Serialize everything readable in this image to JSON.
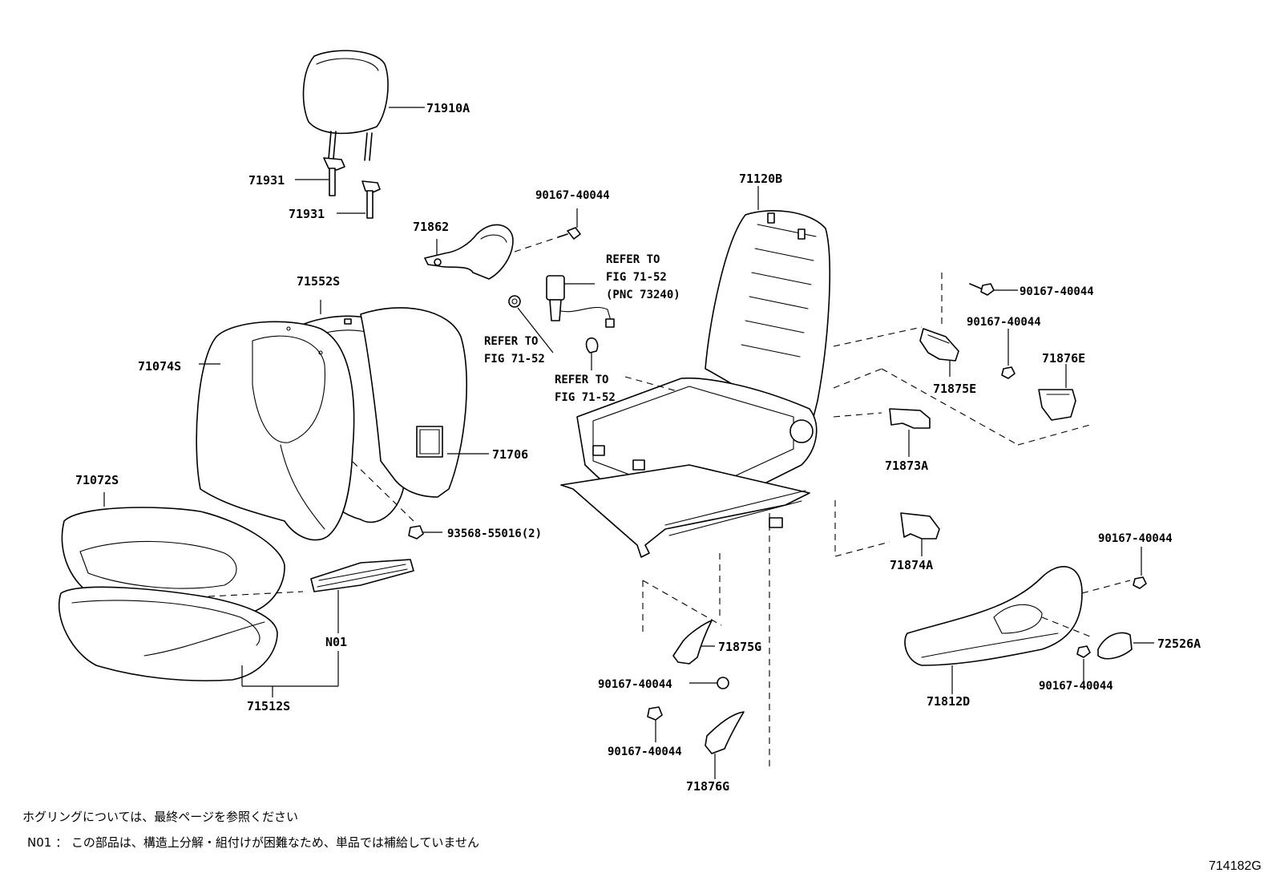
{
  "labels": {
    "p71910A": "71910A",
    "p71931a": "71931",
    "p71931b": "71931",
    "p71862": "71862",
    "p90167_top": "90167-40044",
    "refer1_l1": "REFER TO",
    "refer1_l2": "FIG 71-52",
    "refer1_l3": "(PNC 73240)",
    "p71120B": "71120B",
    "p71552S": "71552S",
    "p71074S": "71074S",
    "refer2_l1": "REFER TO",
    "refer2_l2": "FIG 71-52",
    "refer3_l1": "REFER TO",
    "refer3_l2": "FIG 71-52",
    "p90167_r1": "90167-40044",
    "p90167_r2": "90167-40044",
    "p71876E": "71876E",
    "p71875E": "71875E",
    "p71873A": "71873A",
    "p71706": "71706",
    "p71072S": "71072S",
    "p93568": "93568-55016(2)",
    "p71874A": "71874A",
    "p90167_r3": "90167-40044",
    "p72526A": "72526A",
    "p71875G": "71875G",
    "p90167_m1": "90167-40044",
    "pN01": "N01",
    "p71512S": "71512S",
    "p71812D": "71812D",
    "p90167_r4": "90167-40044",
    "p90167_m2": "90167-40044",
    "p71876G": "71876G"
  },
  "notes": {
    "line1": "ホグリングについては、最終ページを参照ください",
    "line2": "N01 ： この部品は、構造上分解・組付けが困難なため、単品では補給していません"
  },
  "figure_id": "714182G"
}
